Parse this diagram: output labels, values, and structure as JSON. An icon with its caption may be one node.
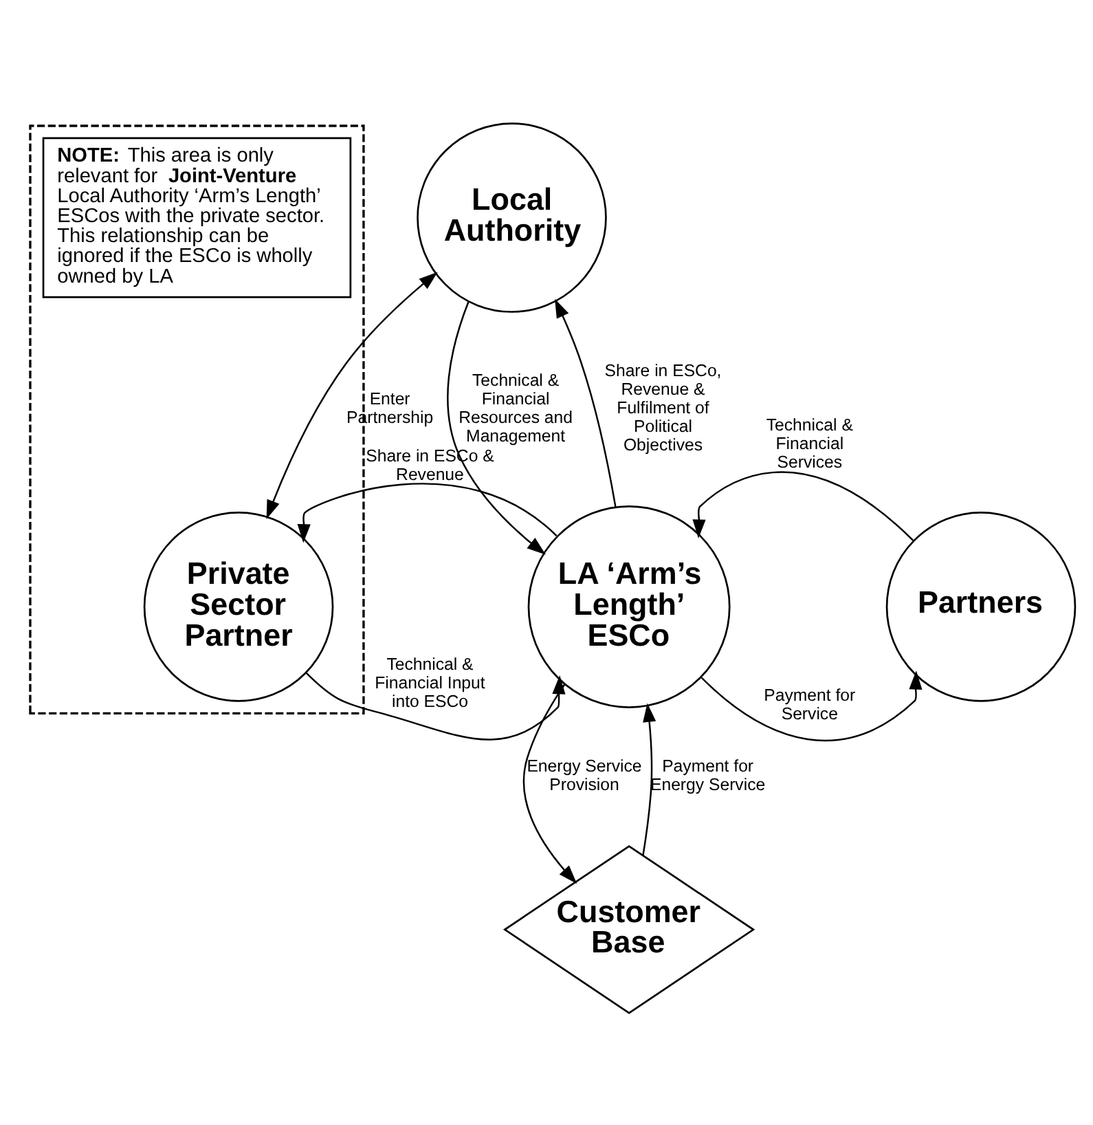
{
  "diagram": {
    "nodes": [
      {
        "text": [],
        "shape": "box"
      },
      {
        "text": [
          "**NOTE:** This area is only relevant for **Joint-Venture** Local Authority ‘Arm’s Length’ ESCos with the private sector. This relationship can be ignored if the ESCo is wholly owned by LA"
        ],
        "in": 0
      },
      {
        "text": [
          "Local Authority"
        ]
      },
      {
        "text": [
          "Private Sector Partner"
        ],
        "in": 0
      },
      {
        "text": [
          "LA ‘Arm’s Length’ ESCo"
        ]
      },
      {
        "text": [
          "Partners"
        ]
      },
      {
        "text": [
          "Customer Base"
        ]
      }
    ],
    "edges": [
      {
        "from": 2,
        "to": 3,
        "arrow": "both",
        "label": "Enter Partnership"
      },
      {
        "from": 2,
        "to": 4,
        "arrow": "to",
        "label": "Technical & Financial Resources and Management"
      },
      {
        "from": 4,
        "to": 2,
        "arrow": "to",
        "label": "Share in ESCo, Revenue & Fulfilment of Political Objectives"
      },
      {
        "from": 4,
        "to": 3,
        "arrow": "to",
        "label": "Share in ESCo & Revenue"
      },
      {
        "from": 3,
        "to": 4,
        "arrow": "to",
        "label": "Technical & Financial Input into ESCo"
      },
      {
        "from": 5,
        "to": 4,
        "arrow": "to",
        "label": "Technical & Financial Services"
      },
      {
        "from": 4,
        "to": 5,
        "arrow": "to",
        "label": "Payment for Service"
      },
      {
        "from": 4,
        "to": 6,
        "arrow": "to",
        "label": "Energy Service Provision"
      },
      {
        "from": 6,
        "to": 4,
        "arrow": "to",
        "label": "Payment for Energy Service"
      }
    ]
  }
}
